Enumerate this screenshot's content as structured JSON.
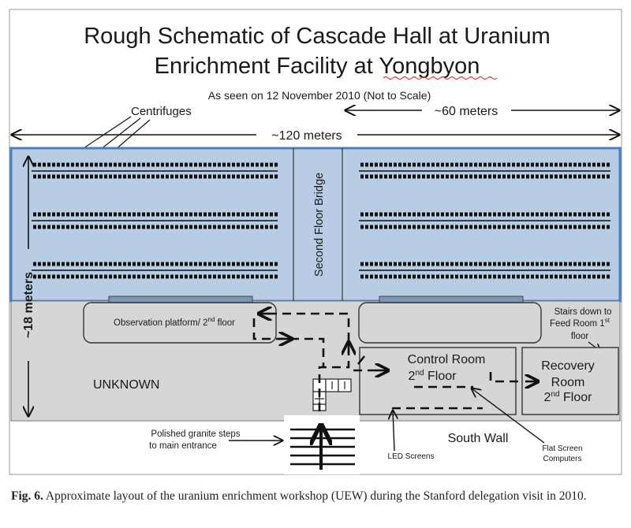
{
  "title": {
    "line1": "Rough Schematic of Cascade Hall at Uranium",
    "line2": "Enrichment Facility at Yongbyon",
    "subtitle": "As seen on 12 November 2010 (Not to Scale)"
  },
  "dimensions": {
    "centrifuges": "Centrifuges",
    "sixty": "~60 meters",
    "one_twenty": "~120 meters",
    "eighteen": "~18 meters"
  },
  "rooms": {
    "bridge": "Second Floor Bridge",
    "observation": "Observation platform/ 2",
    "observation_sup": "nd",
    "observation_tail": " floor",
    "stairs_line1": "Stairs down to",
    "stairs_line2": "Feed Room 1",
    "stairs_sup": "st",
    "stairs_line3": "floor",
    "control_line1": "Control Room",
    "control_line2": "2",
    "control_sup": "nd",
    "control_tail": " Floor",
    "recovery_line1": "Recovery",
    "recovery_line2": "Room",
    "recovery_line3": "2",
    "recovery_sup": "nd",
    "recovery_tail": " Floor",
    "unknown": "UNKNOWN",
    "south_wall": "South Wall"
  },
  "annotations": {
    "granite_line1": "Polished granite steps",
    "granite_line2": "to main entrance",
    "led": "LED Screens",
    "flat_line1": "Flat Screen",
    "flat_line2": "Computers"
  },
  "caption": {
    "label": "Fig. 6.",
    "text": " Approximate layout of the uranium enrichment workshop (UEW) during the Stanford delegation visit in 2010."
  },
  "colors": {
    "hall_blue": "#b8cde4",
    "hall_border": "#4a7fc0",
    "floor_grey": "#d6d6d6"
  }
}
